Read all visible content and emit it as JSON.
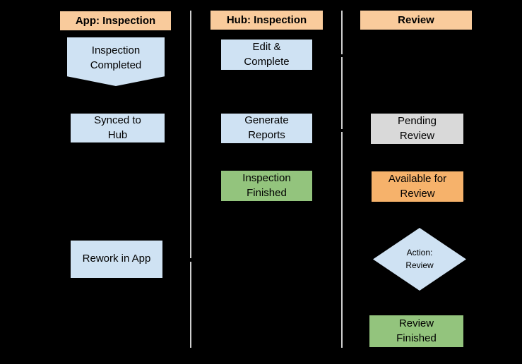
{
  "columns": [
    {
      "header": "App: Inspection",
      "shapes": [
        {
          "label": "Inspection\nCompleted",
          "type": "offpage-connector",
          "color": "#cfe2f3"
        },
        {
          "label": "Synced to\nHub",
          "type": "rectangle",
          "color": "#cfe2f3"
        },
        {
          "label": "Rework in App",
          "type": "rectangle",
          "color": "#cfe2f3"
        }
      ]
    },
    {
      "header": "Hub: Inspection",
      "shapes": [
        {
          "label": "Edit &\nComplete",
          "type": "rectangle",
          "color": "#cfe2f3"
        },
        {
          "label": "Generate\nReports",
          "type": "rectangle",
          "color": "#cfe2f3"
        },
        {
          "label": "Inspection\nFinished",
          "type": "rectangle",
          "color": "#93c47d"
        }
      ]
    },
    {
      "header": "Review",
      "shapes": [
        {
          "label": "Pending\nReview",
          "type": "rectangle",
          "color": "#d9d9d9"
        },
        {
          "label": "Available for\nReview",
          "type": "rectangle",
          "color": "#f6b26b"
        },
        {
          "label": "Action:\nReview",
          "type": "diamond",
          "color": "#cfe2f3"
        },
        {
          "label": "Review\nFinished",
          "type": "rectangle",
          "color": "#93c47d"
        }
      ]
    }
  ],
  "colors": {
    "background": "#000000",
    "header_fill": "#f9cb9c",
    "process_blue": "#cfe2f3",
    "finished_green": "#93c47d",
    "pending_gray": "#d9d9d9",
    "available_orange": "#f6b26b",
    "divider": "#cfcfcf",
    "text": "#000000"
  }
}
